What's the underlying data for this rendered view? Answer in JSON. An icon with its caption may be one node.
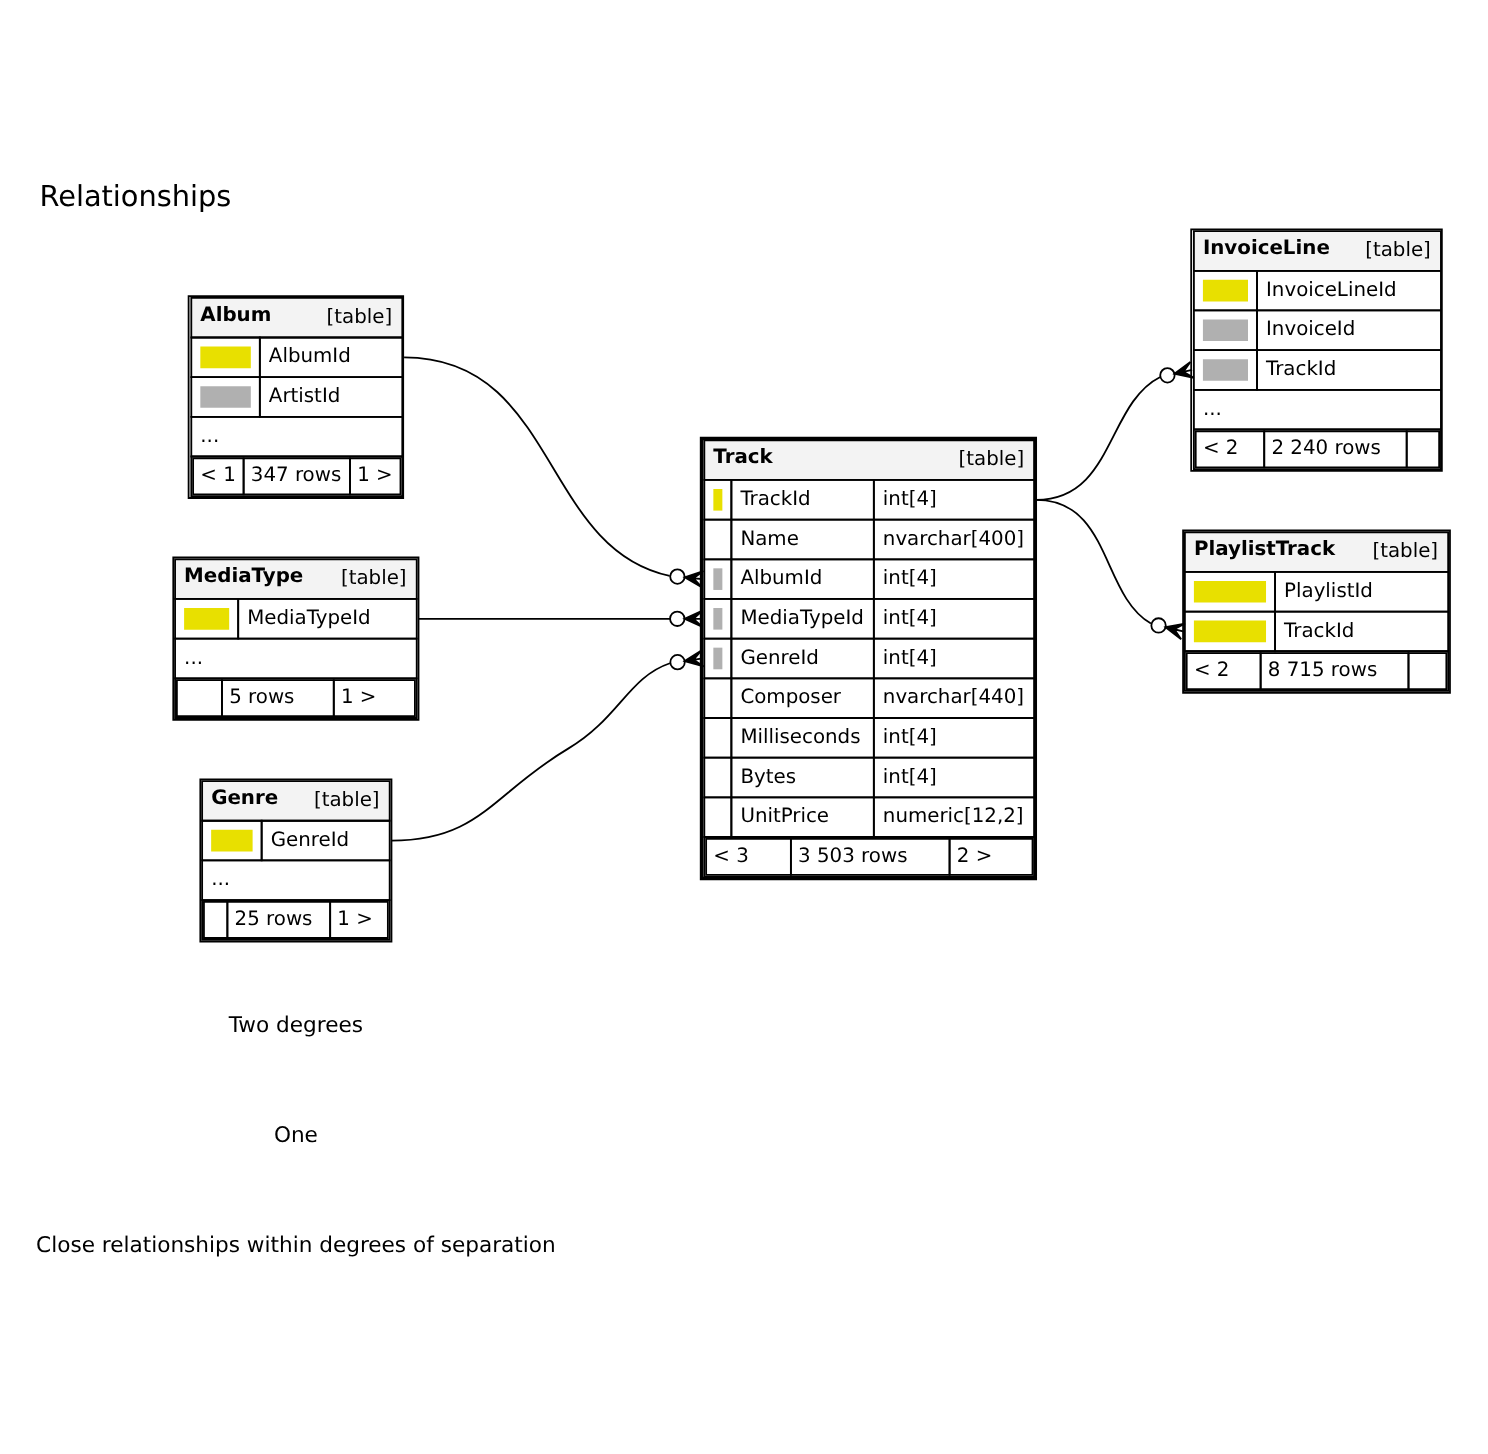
{
  "diagram": {
    "title": "Relationships",
    "nodes": [
      {
        "text": [
          "Album",
          "[table]",
          "AlbumId",
          "ArtistId",
          "...",
          "< 1",
          "347 rows",
          "1 >"
        ]
      },
      {
        "text": [
          "MediaType",
          "[table]",
          "MediaTypeId",
          "...",
          "5 rows",
          "1 >"
        ]
      },
      {
        "text": [
          "Genre",
          "[table]",
          "GenreId",
          "...",
          "25 rows",
          "1 >"
        ]
      },
      {
        "text": [
          "Track",
          "[table]",
          "TrackId",
          "int[4]",
          "Name",
          "nvarchar[400]",
          "AlbumId",
          "int[4]",
          "MediaTypeId",
          "int[4]",
          "GenreId",
          "int[4]",
          "Composer",
          "nvarchar[440]",
          "Milliseconds",
          "int[4]",
          "Bytes",
          "int[4]",
          "UnitPrice",
          "numeric[12,2]",
          "< 3",
          "3 503 rows",
          "2 >"
        ]
      },
      {
        "text": [
          "InvoiceLine",
          "[table]",
          "InvoiceLineId",
          "InvoiceId",
          "TrackId",
          "...",
          "< 2",
          "2 240 rows"
        ]
      },
      {
        "text": [
          "PlaylistTrack",
          "[table]",
          "PlaylistId",
          "TrackId",
          "< 2",
          "8 715 rows"
        ]
      }
    ],
    "edges": [
      {
        "from": 0,
        "to": 3,
        "arrow": "other"
      },
      {
        "from": 1,
        "to": 3,
        "arrow": "other"
      },
      {
        "from": 2,
        "to": 3,
        "arrow": "other"
      },
      {
        "from": 3,
        "to": 4,
        "arrow": "other"
      },
      {
        "from": 3,
        "to": 5,
        "arrow": "other"
      }
    ],
    "labels": [
      "Close relationships within degrees of separation",
      "One",
      "Two degrees"
    ]
  }
}
